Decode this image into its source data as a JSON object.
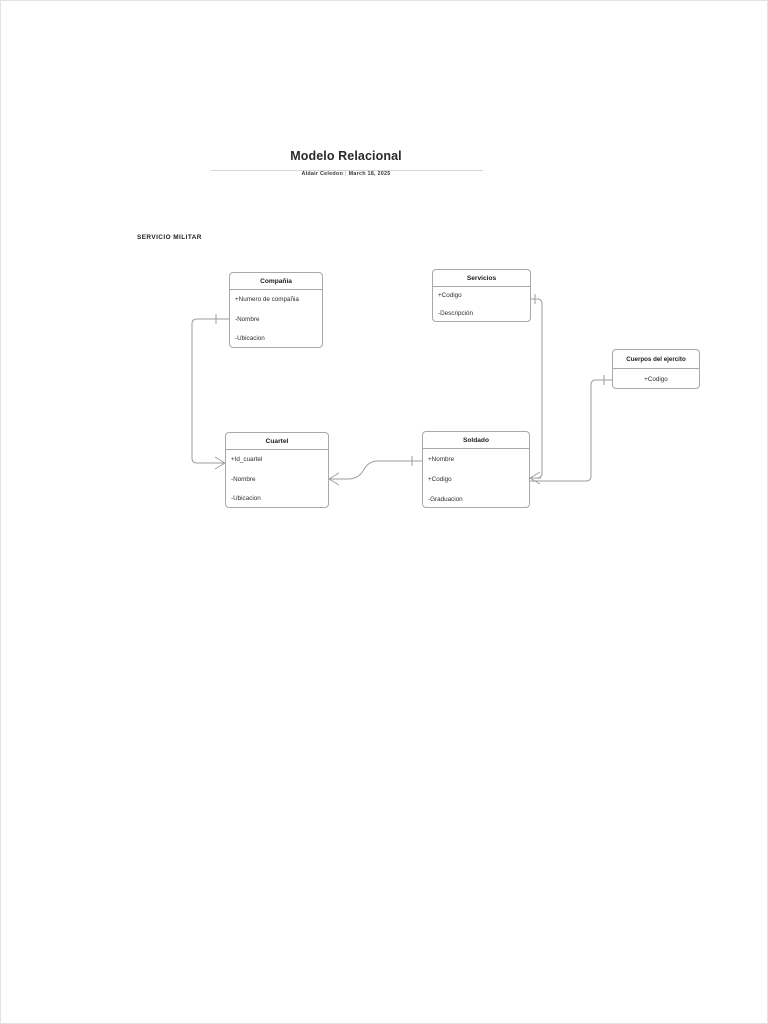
{
  "document": {
    "title": "Modelo Relacional",
    "author": "Aldair Celedon",
    "separator": "|",
    "date": "March 18, 2025"
  },
  "section": {
    "label": "SERVICIO MILITAR"
  },
  "entities": [
    {
      "id": "compania",
      "name": "Compañia",
      "attributes": [
        "+Numero de compañia",
        "-Nombre",
        "-Ubicacion"
      ]
    },
    {
      "id": "servicios",
      "name": "Servicios",
      "attributes": [
        "+Codigo",
        "-Descripción"
      ]
    },
    {
      "id": "cuerpos",
      "name": "Cuerpos del ejercito",
      "attributes": [
        "+Codigo"
      ]
    },
    {
      "id": "cuartel",
      "name": "Cuartel",
      "attributes": [
        "+Id_cuartel",
        "-Nombre",
        "-Ubicacion"
      ]
    },
    {
      "id": "soldado",
      "name": "Soldado",
      "attributes": [
        "+Nombre",
        "+Codigo",
        "-Graduacion"
      ]
    }
  ],
  "relationships": [
    {
      "id": "compania-cuartel",
      "from": "Compañia",
      "to": "Cuartel",
      "from_cardinality": "one",
      "to_cardinality": "many"
    },
    {
      "id": "cuartel-soldado",
      "from": "Cuartel",
      "to": "Soldado",
      "from_cardinality": "many",
      "to_cardinality": "one"
    },
    {
      "id": "servicios-soldado",
      "from": "Servicios",
      "to": "Soldado",
      "from_cardinality": "one",
      "to_cardinality": "many"
    },
    {
      "id": "soldado-cuerpos",
      "from": "Soldado",
      "to": "Cuerpos del ejercito",
      "from_cardinality": "many",
      "to_cardinality": "one"
    }
  ],
  "colors": {
    "box_border": "#a8a8a8",
    "connector": "#9d9d9d",
    "text": "#1b1b1b",
    "page": "#ffffff"
  }
}
